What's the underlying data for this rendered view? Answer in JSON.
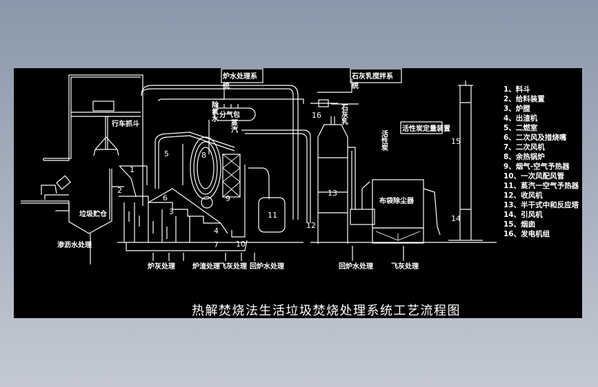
{
  "title": "热解焚烧法生活垃圾焚烧处理系统工艺流程图",
  "labels": {
    "crane_grab": "行车抓斗",
    "refuse_pit": "垃圾贮仓",
    "leachate": "渗沥水处理",
    "boiler_water": "炉水处理系",
    "boiler_water_cont": "统",
    "lime_milk": "石灰乳搅拌系",
    "lime_milk_cont": "统",
    "steam_header": "分气包",
    "activated_carbon": "活性炭定量装置",
    "baghouse": "布袋除尘器",
    "deaerator_water": "除氧水",
    "steam": "蒸汽",
    "lime_milk_v": "石灰乳",
    "activated_carbon_v": "活性炭"
  },
  "bottom_outputs": [
    "炉灰处理",
    "炉渣处理",
    "飞灰处理",
    "回炉水处理",
    "回炉水处理",
    "飞灰处理"
  ],
  "numbers": [
    "1",
    "2",
    "3",
    "4",
    "5",
    "6",
    "7",
    "8",
    "9",
    "10",
    "11",
    "12",
    "13",
    "14",
    "15",
    "16"
  ],
  "legend": [
    "1、料斗",
    "2、给料装置",
    "3、炉膛",
    "4、出渣机",
    "5、二燃室",
    "6、二次风及措烧嘴",
    "7、二次风机",
    "8、余热锅炉",
    "9、烟气-空气予热器",
    "10、一次风配风管",
    "11、蒸汽一空气予热器",
    "12、收风机",
    "13、半干式中和反应塔",
    "14、引风机",
    "15、烟囱",
    "16、发电机组"
  ]
}
